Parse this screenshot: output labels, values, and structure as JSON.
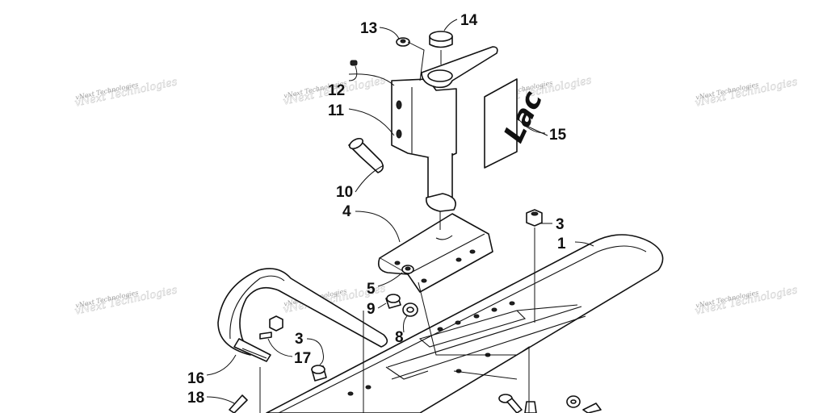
{
  "diagram": {
    "watermark_text": "vNext Technologies",
    "decal_logo_text": "Lac",
    "callouts": [
      {
        "id": "c1",
        "label": "1"
      },
      {
        "id": "c3a",
        "label": "3"
      },
      {
        "id": "c3b",
        "label": "3"
      },
      {
        "id": "c4",
        "label": "4"
      },
      {
        "id": "c5",
        "label": "5"
      },
      {
        "id": "c8",
        "label": "8"
      },
      {
        "id": "c9",
        "label": "9"
      },
      {
        "id": "c10",
        "label": "10"
      },
      {
        "id": "c11",
        "label": "11"
      },
      {
        "id": "c12",
        "label": "12"
      },
      {
        "id": "c13",
        "label": "13"
      },
      {
        "id": "c14",
        "label": "14"
      },
      {
        "id": "c15",
        "label": "15"
      },
      {
        "id": "c16",
        "label": "16"
      },
      {
        "id": "c17",
        "label": "17"
      },
      {
        "id": "c18",
        "label": "18"
      }
    ]
  }
}
